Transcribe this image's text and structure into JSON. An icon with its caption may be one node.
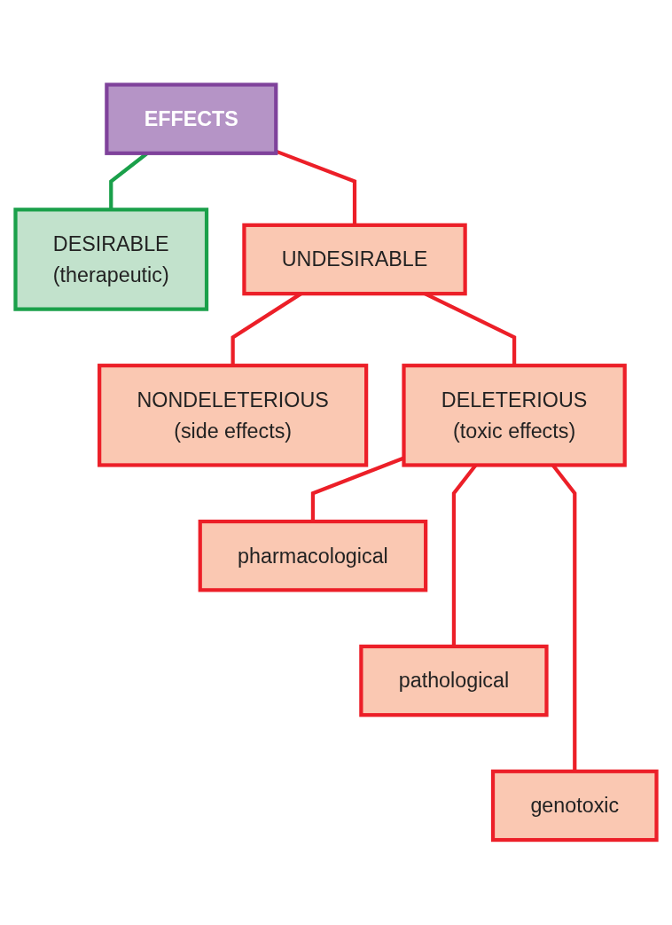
{
  "diagram": {
    "nodes": [
      {
        "text": [
          "EFFECTS"
        ]
      },
      {
        "text": [
          "DESIRABLE",
          "(therapeutic)"
        ]
      },
      {
        "text": [
          "UNDESIRABLE"
        ]
      },
      {
        "text": [
          "NONDELETERIOUS",
          "(side effects)"
        ]
      },
      {
        "text": [
          "DELETERIOUS",
          "(toxic effects)"
        ]
      },
      {
        "text": [
          "pharmacological"
        ]
      },
      {
        "text": [
          "pathological"
        ]
      },
      {
        "text": [
          "genotoxic"
        ]
      }
    ],
    "edges": [
      {
        "from": 0,
        "to": 1,
        "arrow": "none",
        "color": "#1aa04a"
      },
      {
        "from": 0,
        "to": 2,
        "arrow": "none"
      },
      {
        "from": 2,
        "to": 3,
        "arrow": "none"
      },
      {
        "from": 2,
        "to": 4,
        "arrow": "none"
      },
      {
        "from": 4,
        "to": 5,
        "arrow": "none"
      },
      {
        "from": 4,
        "to": 6,
        "arrow": "none"
      },
      {
        "from": 4,
        "to": 7,
        "arrow": "none"
      }
    ]
  }
}
